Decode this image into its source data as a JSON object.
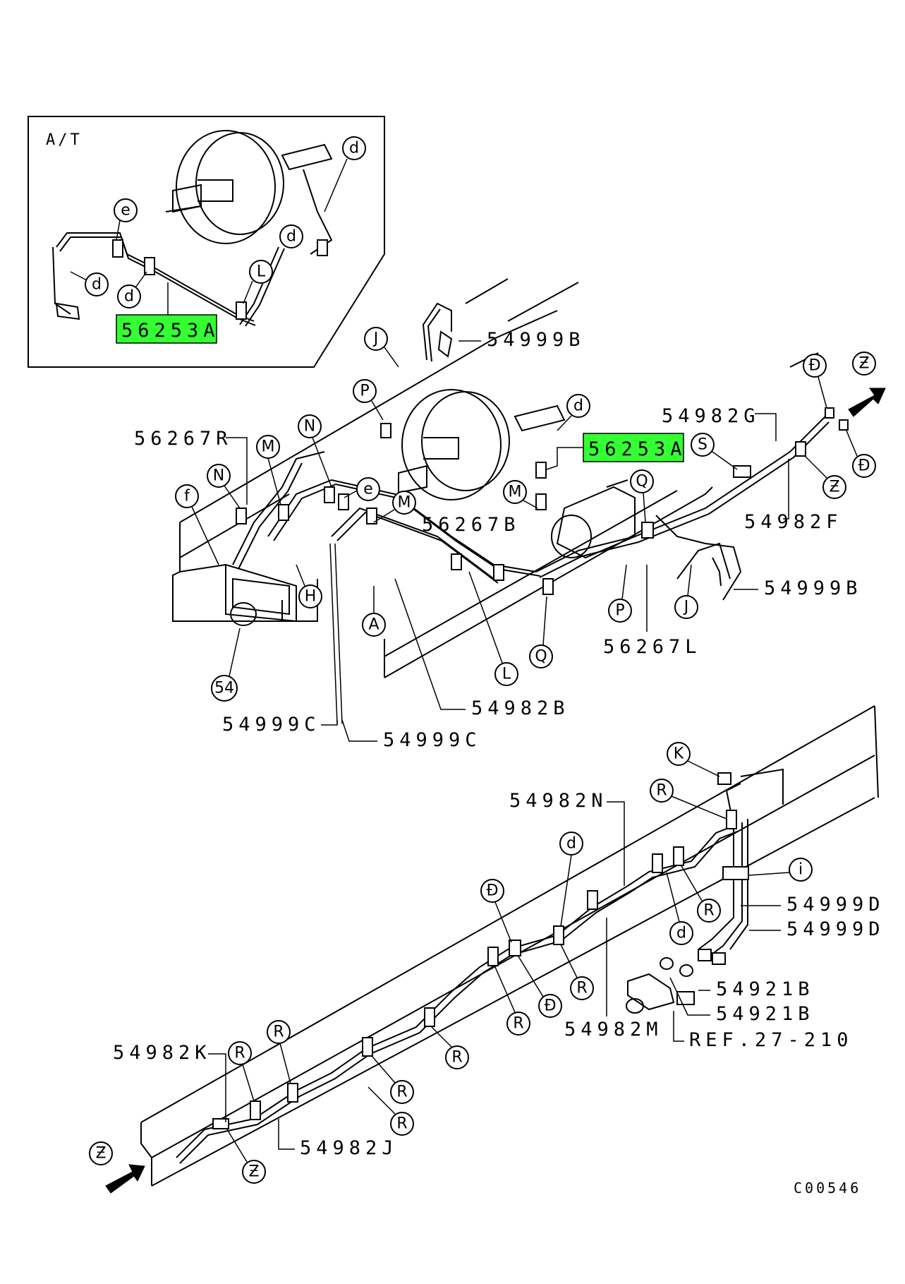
{
  "inset": {
    "title": "A/T"
  },
  "callouts": {
    "inset_e": "e",
    "inset_d1": "d",
    "inset_d2": "d",
    "inset_d3": "d",
    "inset_d4": "d",
    "inset_L": "L",
    "J1": "J",
    "P1": "P",
    "N1": "N",
    "M1": "M",
    "N2": "N",
    "f1": "f",
    "e1": "e",
    "M2": "M",
    "H1": "H",
    "A1": "A",
    "num54": "54",
    "d_top": "d",
    "M3": "M",
    "Q1": "Q",
    "S1": "S",
    "Dbar1": "Đ",
    "Z1": "Ƶ",
    "Dbar2": "Đ",
    "Z2": "Ƶ",
    "P2": "P",
    "J2": "J",
    "Q2": "Q",
    "L1": "L",
    "K1": "K",
    "R_top": "R",
    "i1": "i",
    "d_low1": "d",
    "R2": "R",
    "d_low2": "d",
    "Dbar3": "Đ",
    "R3": "R",
    "Dbar4": "Đ",
    "R4": "R",
    "R5": "R",
    "R6": "R",
    "R7": "R",
    "R8": "R",
    "Z3": "Ƶ",
    "Z4": "Ƶ"
  },
  "labels": {
    "l_56253A_inset": "56253A",
    "l_56253A_main": "56253A",
    "l_54999B_top": "54999B",
    "l_54982G": "54982G",
    "l_56267R": "56267R",
    "l_56267B": "56267B",
    "l_54982F": "54982F",
    "l_54999B_right": "54999B",
    "l_56267L": "56267L",
    "l_54982B": "54982B",
    "l_54999C_1": "54999C",
    "l_54999C_2": "54999C",
    "l_54982N": "54982N",
    "l_54999D_1": "54999D",
    "l_54999D_2": "54999D",
    "l_54921B_1": "54921B",
    "l_54921B_2": "54921B",
    "l_54982M": "54982M",
    "l_ref": "REF.27-210",
    "l_54982K": "54982K",
    "l_54982J": "54982J"
  },
  "figure_code": "C00546",
  "colors": {
    "highlight": "#33ff33",
    "line": "#000000",
    "background": "#ffffff"
  }
}
